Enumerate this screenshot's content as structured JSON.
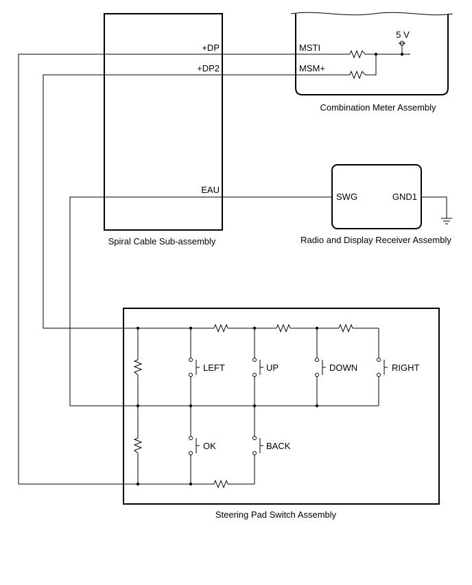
{
  "spiral_cable": {
    "title": "Spiral Cable Sub-assembly",
    "pins": {
      "dp": "+DP",
      "dp2": "+DP2",
      "eau": "EAU"
    }
  },
  "combination_meter": {
    "title": "Combination Meter Assembly",
    "pins": {
      "msti": "MSTI",
      "msm": "MSM+"
    },
    "supply": "5 V"
  },
  "radio_receiver": {
    "title": "Radio and Display Receiver Assembly",
    "pins": {
      "swg": "SWG",
      "gnd1": "GND1"
    }
  },
  "steering_pad": {
    "title": "Steering Pad Switch Assembly",
    "switches": {
      "left": "LEFT",
      "up": "UP",
      "down": "DOWN",
      "right": "RIGHT",
      "ok": "OK",
      "back": "BACK"
    }
  }
}
